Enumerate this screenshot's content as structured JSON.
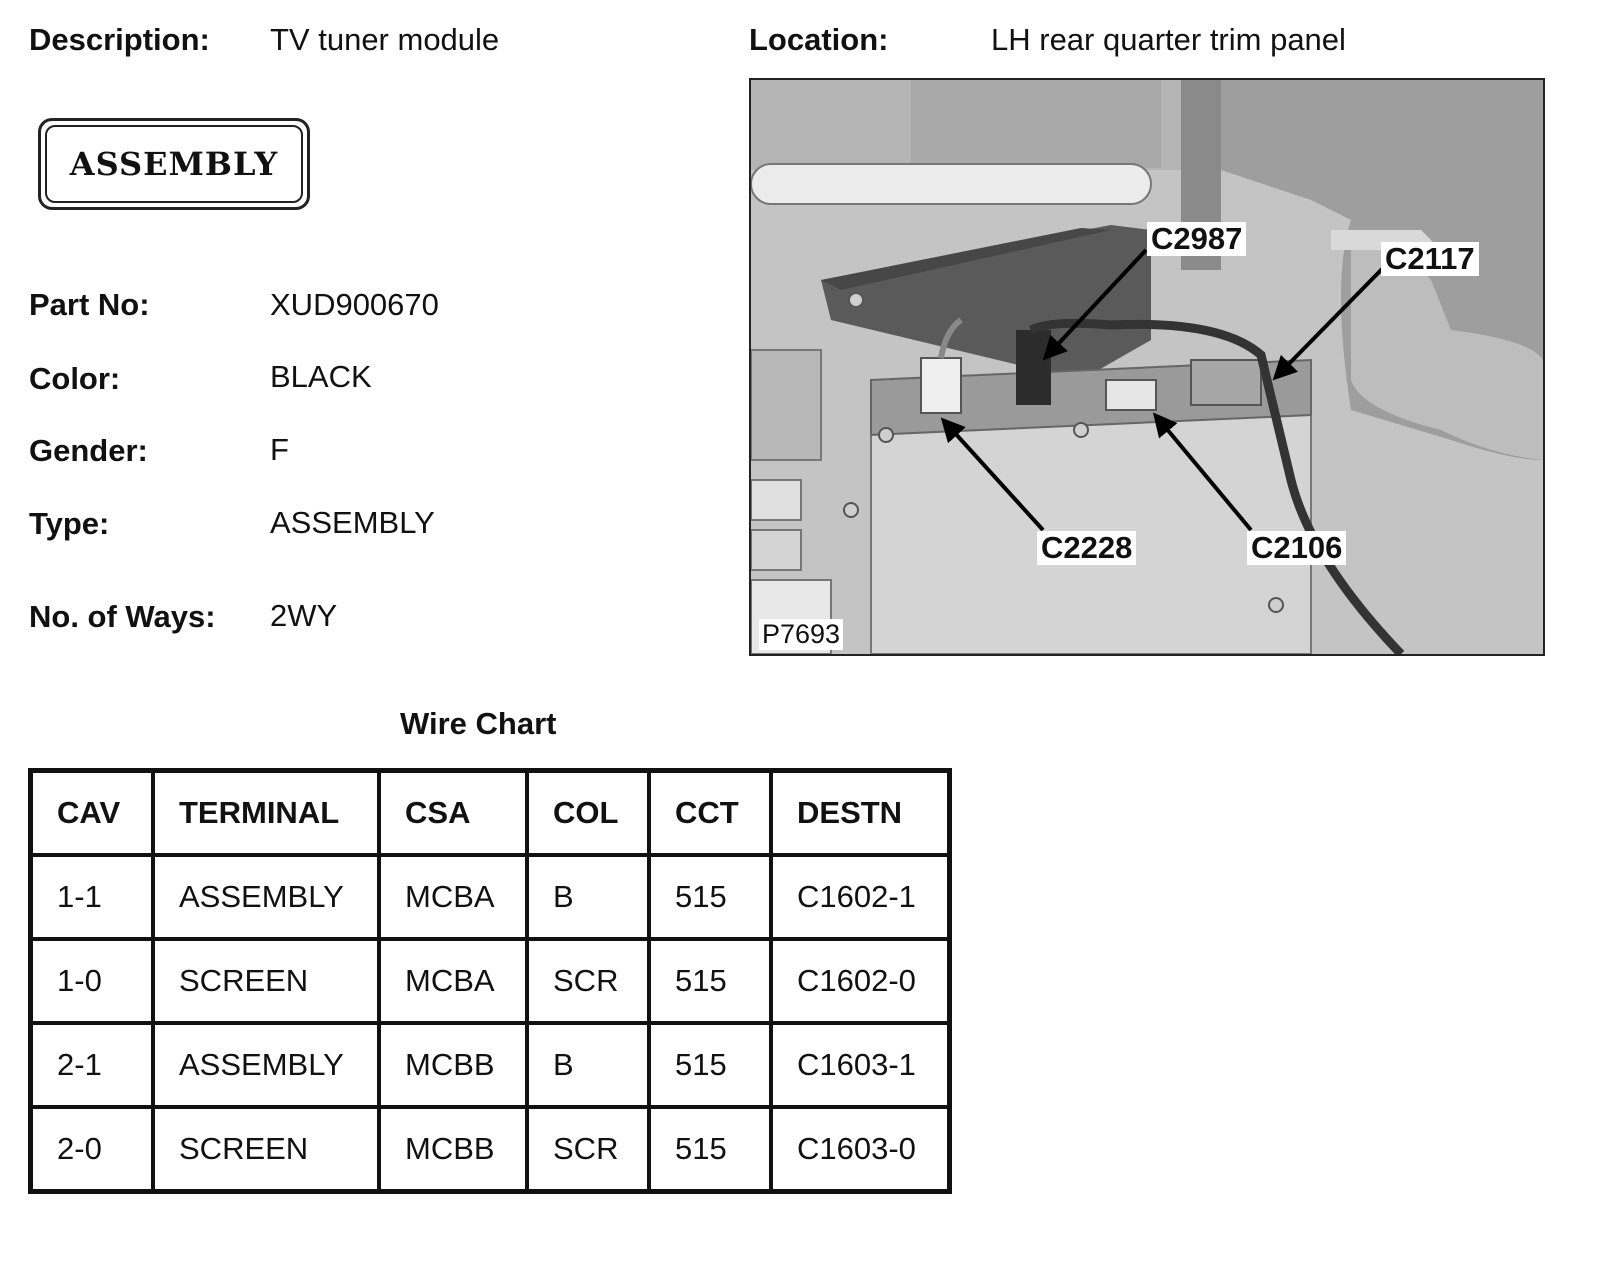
{
  "header": {
    "description_label": "Description:",
    "description_value": "TV tuner module",
    "location_label": "Location:",
    "location_value": "LH rear quarter trim panel"
  },
  "stamp": {
    "text": "ASSEMBLY"
  },
  "details": [
    {
      "label": "Part No:",
      "value": "XUD900670"
    },
    {
      "label": "Color:",
      "value": "BLACK"
    },
    {
      "label": "Gender:",
      "value": "F"
    },
    {
      "label": "Type:",
      "value": "ASSEMBLY"
    },
    {
      "label": "No. of Ways:",
      "value": "2WY"
    }
  ],
  "figure": {
    "callouts": [
      "C2987",
      "C2117",
      "C2228",
      "C2106"
    ],
    "plate_number": "P7693"
  },
  "wire_chart": {
    "title": "Wire Chart",
    "headers": [
      "CAV",
      "TERMINAL",
      "CSA",
      "COL",
      "CCT",
      "DESTN"
    ],
    "rows": [
      [
        "1-1",
        "ASSEMBLY",
        "MCBA",
        "B",
        "515",
        "C1602-1"
      ],
      [
        "1-0",
        "SCREEN",
        "MCBA",
        "SCR",
        "515",
        "C1602-0"
      ],
      [
        "2-1",
        "ASSEMBLY",
        "MCBB",
        "B",
        "515",
        "C1603-1"
      ],
      [
        "2-0",
        "SCREEN",
        "MCBB",
        "SCR",
        "515",
        "C1603-0"
      ]
    ]
  }
}
